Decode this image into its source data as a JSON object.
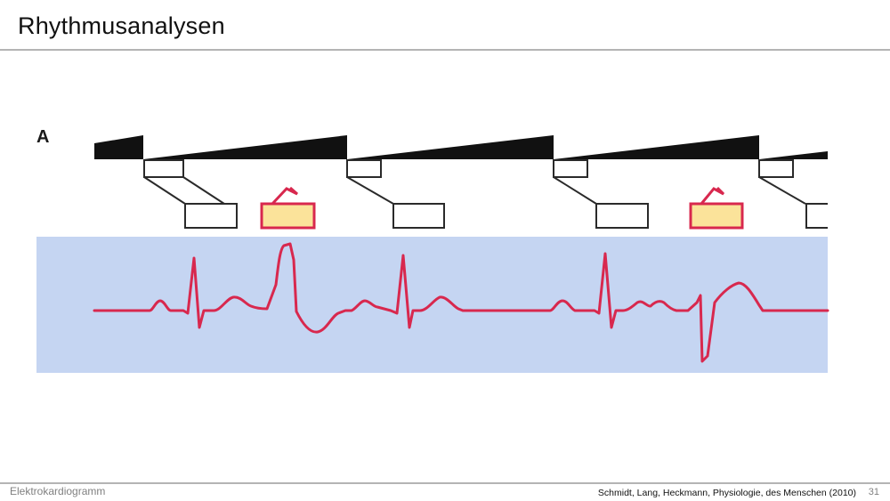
{
  "slide": {
    "title": "Rhythmusanalysen",
    "figure_label": "A"
  },
  "figure": {
    "description_elements": [
      "ramps",
      "conduction-boxes",
      "extrasystole-markers",
      "ecg-trace"
    ],
    "colors": {
      "ramp": "#111111",
      "box_stroke": "#2a2a2a",
      "marker_fill": "#fbe39a",
      "marker_stroke": "#d8284e",
      "ecg_background": "#c5d5f2",
      "ecg_trace": "#d8284e"
    }
  },
  "footer": {
    "topic": "Elektrokardiogramm",
    "source": "Schmidt, Lang, Heckmann, Physiologie, des Menschen (2010)",
    "page": "31"
  }
}
